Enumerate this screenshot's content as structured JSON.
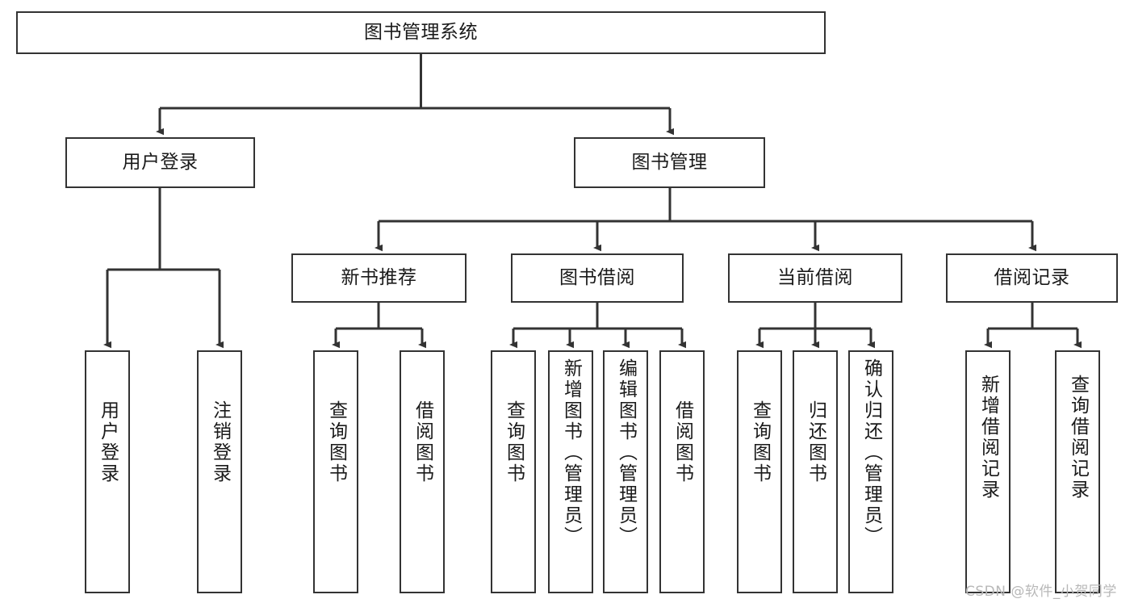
{
  "diagram": {
    "title": "图书管理系统",
    "watermark": "CSDN @软件_小贺同学",
    "line_color": "#333333",
    "box_fill": "#ffffff",
    "text_color": "#1a1a1a",
    "root": {
      "id": "root",
      "label": "图书管理系统"
    },
    "level1": [
      {
        "id": "user-login",
        "label": "用户登录"
      },
      {
        "id": "book-manage",
        "label": "图书管理"
      }
    ],
    "level2": [
      {
        "id": "new-book-recommend",
        "label": "新书推荐",
        "parent": "book-manage"
      },
      {
        "id": "book-borrow",
        "label": "图书借阅",
        "parent": "book-manage"
      },
      {
        "id": "current-borrow",
        "label": "当前借阅",
        "parent": "book-manage"
      },
      {
        "id": "borrow-record",
        "label": "借阅记录",
        "parent": "book-manage"
      }
    ],
    "leaves": [
      {
        "id": "leaf-user-login",
        "label": "用户登录",
        "parent": "user-login"
      },
      {
        "id": "leaf-user-logout",
        "label": "注销登录",
        "parent": "user-login"
      },
      {
        "id": "leaf-query-book-1",
        "label": "查询图书",
        "parent": "new-book-recommend"
      },
      {
        "id": "leaf-borrow-book-1",
        "label": "借阅图书",
        "parent": "new-book-recommend"
      },
      {
        "id": "leaf-query-book-2",
        "label": "查询图书",
        "parent": "book-borrow"
      },
      {
        "id": "leaf-add-book",
        "label": "新增图书（管理员）",
        "parent": "book-borrow"
      },
      {
        "id": "leaf-edit-book",
        "label": "编辑图书（管理员）",
        "parent": "book-borrow"
      },
      {
        "id": "leaf-borrow-book-2",
        "label": "借阅图书",
        "parent": "book-borrow"
      },
      {
        "id": "leaf-query-book-3",
        "label": "查询图书",
        "parent": "current-borrow"
      },
      {
        "id": "leaf-return-book",
        "label": "归还图书",
        "parent": "current-borrow"
      },
      {
        "id": "leaf-confirm-return",
        "label": "确认归还（管理员）",
        "parent": "current-borrow"
      },
      {
        "id": "leaf-add-record",
        "label": "新增借阅记录",
        "parent": "borrow-record"
      },
      {
        "id": "leaf-query-record",
        "label": "查询借阅记录",
        "parent": "borrow-record"
      }
    ]
  }
}
